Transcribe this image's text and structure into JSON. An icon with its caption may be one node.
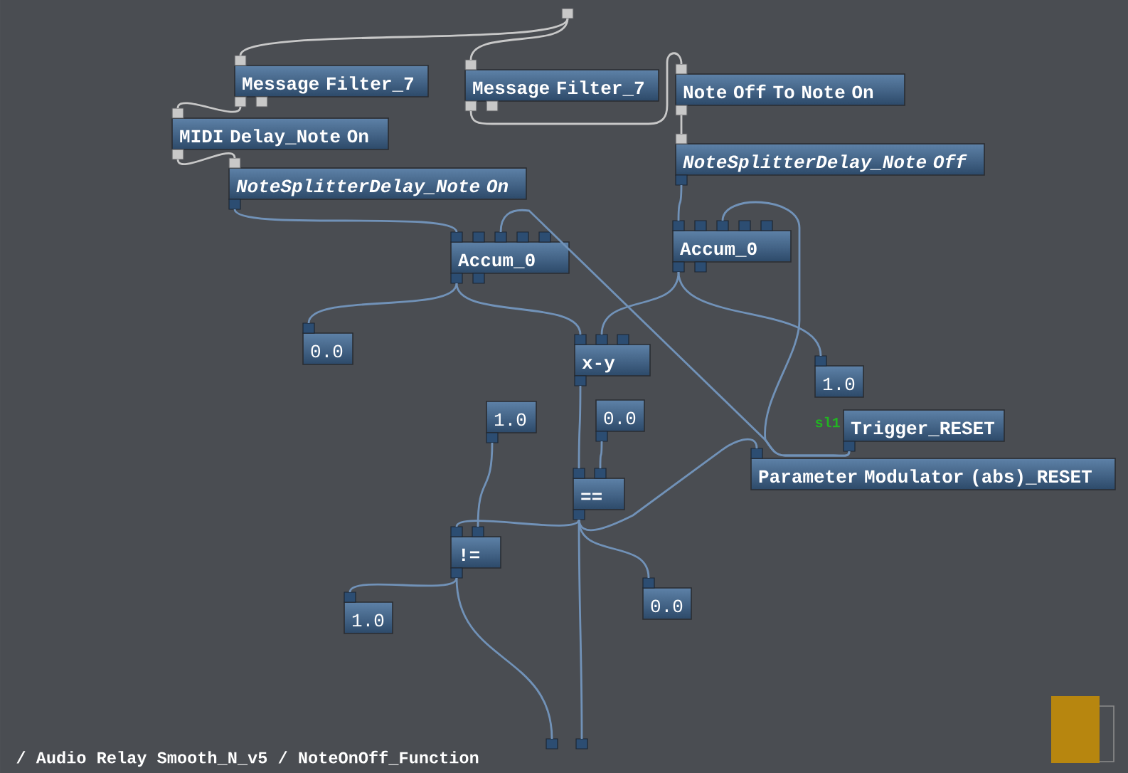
{
  "diagram": {
    "nodes": [
      {
        "text": [],
        "shape": "box"
      },
      {
        "text": [
          "Message Filter_7"
        ]
      },
      {
        "text": [
          "Message Filter_7"
        ]
      },
      {
        "text": [
          "Note Off To Note On"
        ]
      },
      {
        "text": [
          "MIDI Delay_Note On"
        ]
      },
      {
        "text": [
          "NoteSplitterDelay_Note On"
        ]
      },
      {
        "text": [
          "NoteSplitterDelay_Note Off"
        ]
      },
      {
        "text": [
          "Accum_0"
        ]
      },
      {
        "text": [
          "Accum_0"
        ]
      },
      {
        "text": [
          "0.0"
        ]
      },
      {
        "text": [
          "x-y"
        ]
      },
      {
        "text": [
          "1.0"
        ]
      },
      {
        "text": [
          "0.0"
        ]
      },
      {
        "text": [
          "1.0"
        ]
      },
      {
        "text": [
          "Trigger_RESET"
        ],
        "beside": [
          "sl1"
        ]
      },
      {
        "text": [
          "Parameter Modulator (abs)_RESET"
        ]
      },
      {
        "text": [
          "=="
        ]
      },
      {
        "text": [
          "!="
        ]
      },
      {
        "text": [
          "0.0"
        ]
      },
      {
        "text": [
          "1.0"
        ]
      },
      {
        "text": [],
        "shape": "box"
      },
      {
        "text": [],
        "shape": "box"
      }
    ],
    "edges": [
      {
        "from": 0,
        "to": 1,
        "arrow": "none",
        "color": "#c8c8c8"
      },
      {
        "from": 0,
        "to": 2,
        "arrow": "none",
        "color": "#c8c8c8"
      },
      {
        "from": 1,
        "to": 4,
        "arrow": "none",
        "color": "#c8c8c8"
      },
      {
        "from": 2,
        "to": 3,
        "arrow": "none",
        "color": "#c8c8c8"
      },
      {
        "from": 4,
        "to": 5,
        "arrow": "none",
        "color": "#c8c8c8"
      },
      {
        "from": 3,
        "to": 6,
        "arrow": "none",
        "color": "#c8c8c8"
      },
      {
        "from": 5,
        "to": 7,
        "arrow": "none"
      },
      {
        "from": 6,
        "to": 8,
        "arrow": "none"
      },
      {
        "from": 14,
        "to": 7,
        "arrow": "none"
      },
      {
        "from": 14,
        "to": 8,
        "arrow": "none"
      },
      {
        "from": 7,
        "to": 9,
        "arrow": "none"
      },
      {
        "from": 7,
        "to": 10,
        "arrow": "none"
      },
      {
        "from": 8,
        "to": 10,
        "arrow": "none"
      },
      {
        "from": 8,
        "to": 11,
        "arrow": "none"
      },
      {
        "from": 10,
        "to": 16,
        "arrow": "none"
      },
      {
        "from": 12,
        "to": 16,
        "arrow": "none"
      },
      {
        "from": 13,
        "to": 17,
        "arrow": "none"
      },
      {
        "from": 16,
        "to": 17,
        "arrow": "none"
      },
      {
        "from": 16,
        "to": 15,
        "arrow": "none"
      },
      {
        "from": 16,
        "to": 18,
        "arrow": "none"
      },
      {
        "from": 16,
        "to": 21,
        "arrow": "none"
      },
      {
        "from": 17,
        "to": 19,
        "arrow": "none"
      },
      {
        "from": 17,
        "to": 20,
        "arrow": "none"
      }
    ],
    "labels": [
      "/ Audio Relay Smooth_N_v5 / NoteOnOff_Function"
    ]
  }
}
